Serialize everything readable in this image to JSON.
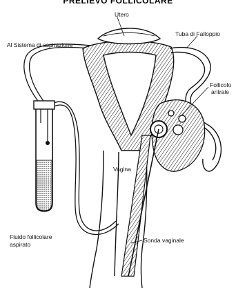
{
  "title": "PRELIEVO FOLLICOLARE",
  "labels": {
    "utero": "Utero",
    "tuba": "Tuba di Falloppio",
    "aspirazione": "Al Sistema di aspirazione",
    "follicolo_1": "Follicolo",
    "follicolo_2": "antrale",
    "vagina": "Vagina",
    "fluido_1": "Fluido follicolare",
    "fluido_2": "aspirato",
    "sonda": "Sonda vaginale"
  }
}
